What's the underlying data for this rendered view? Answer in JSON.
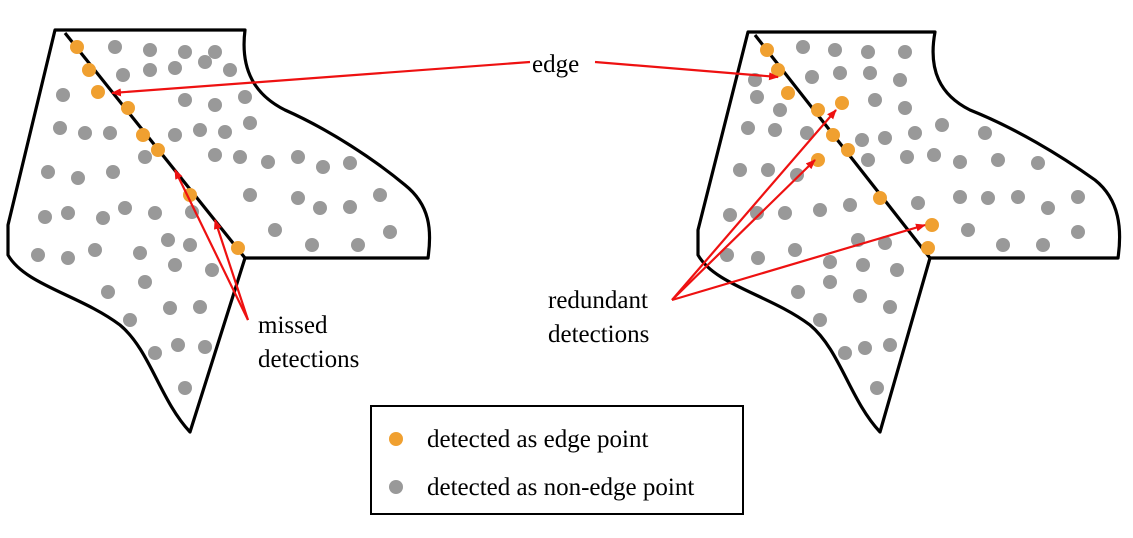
{
  "labels": {
    "edge": "edge",
    "missed_line1": "missed",
    "missed_line2": "detections",
    "redundant_line1": "redundant",
    "redundant_line2": "detections"
  },
  "legend": {
    "items": [
      {
        "label": "detected as edge point",
        "color": "#f0a030"
      },
      {
        "label": "detected as non-edge point",
        "color": "#999999"
      }
    ]
  },
  "colors": {
    "edge_point": "#f0a030",
    "non_edge_point": "#999999",
    "arrow": "#ee1111",
    "outline": "#000000"
  }
}
